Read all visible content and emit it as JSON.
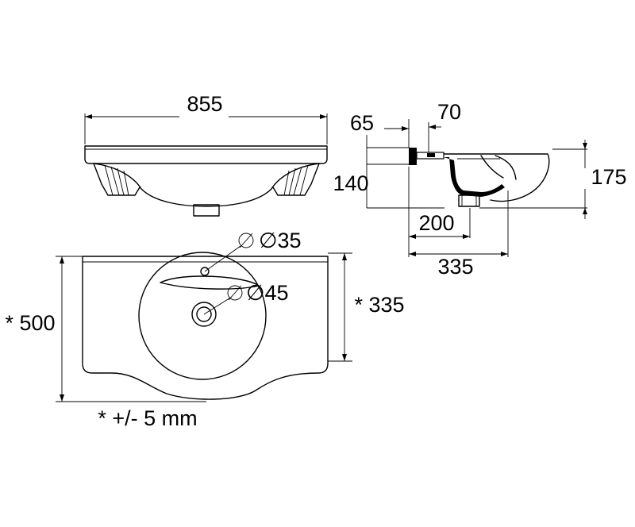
{
  "dimensions": {
    "width_top": "855",
    "depth_65": "65",
    "depth_70": "70",
    "height_140": "140",
    "height_175": "175",
    "width_200": "200",
    "width_335": "335",
    "dia_35": "∅35",
    "dia_45": "∅45",
    "depth_500": "* 500",
    "depth_335": "* 335"
  },
  "note": "* +/- 5 mm"
}
